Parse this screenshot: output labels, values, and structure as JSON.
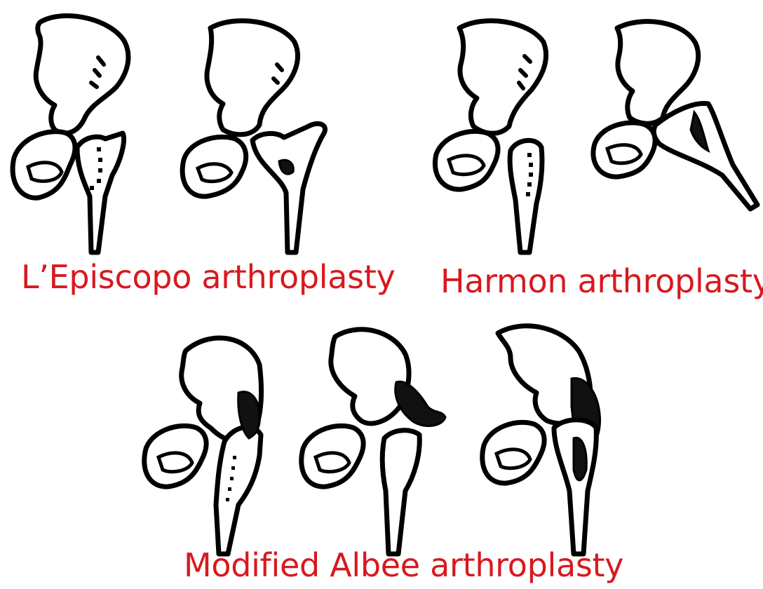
{
  "captions": {
    "lepiscopo": "L’Episcopo arthroplasty",
    "harmon": "Harmon arthroplasty",
    "albee": "Modified Albee arthroplasty"
  },
  "colors": {
    "caption": "#d7191f",
    "line": "#000000",
    "background": "#ffffff"
  }
}
